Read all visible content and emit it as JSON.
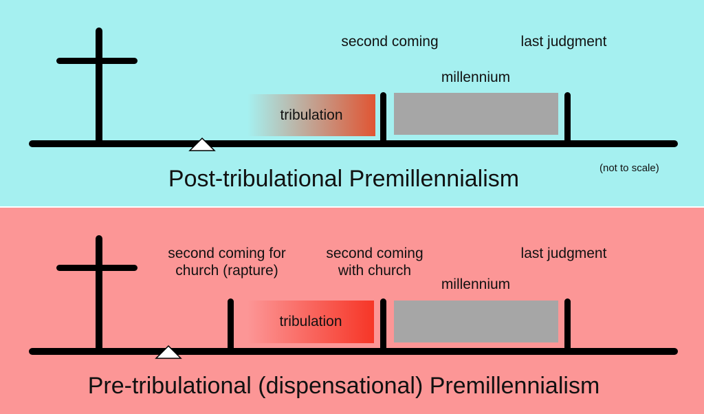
{
  "colors": {
    "top_background": "#a5f0f0",
    "bottom_background": "#fc9696",
    "line": "#000000",
    "millennium_fill": "#a6a6a6",
    "tribulation_top": "#e05533",
    "tribulation_bottom": "#f63627",
    "marker_fill": "#ffffff"
  },
  "top": {
    "title": "Post-tribulational Premillennialism",
    "note": "(not to scale)",
    "labels": {
      "second_coming": "second coming",
      "last_judgment": "last judgment",
      "millennium": "millennium",
      "tribulation": "tribulation"
    },
    "icons": {
      "cross": "cross-icon",
      "present_marker": "triangle-marker-icon"
    }
  },
  "bottom": {
    "title": "Pre-tribulational (dispensational) Premillennialism",
    "labels": {
      "rapture_line1": "second coming for",
      "rapture_line2": "church (rapture)",
      "second_coming_line1": "second coming",
      "second_coming_line2": "with church",
      "last_judgment": "last judgment",
      "millennium": "millennium",
      "tribulation": "tribulation"
    },
    "icons": {
      "cross": "cross-icon",
      "present_marker": "triangle-marker-icon"
    }
  }
}
